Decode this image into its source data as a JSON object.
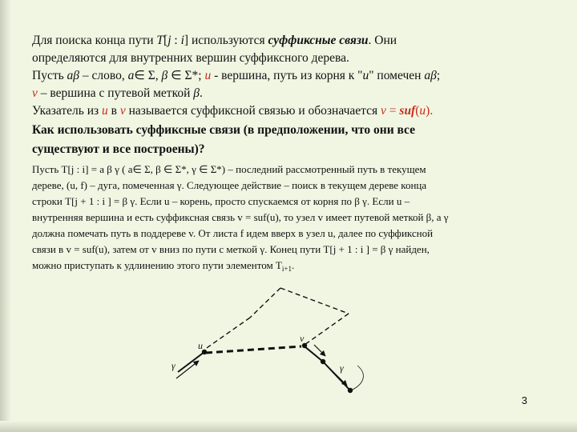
{
  "line1": {
    "a": "Для поиска конца пути ",
    "b": "T",
    "c": "[",
    "d": "j",
    "e": " : ",
    "f": "i",
    "g": "] используются ",
    "h": "суффиксные связи",
    "i": ". Они"
  },
  "line2": "определяются для внутренних вершин суффиксного дерева.",
  "line3": {
    "a": "Пусть ",
    "b": "aβ",
    "c": " – слово, ",
    "d": "a",
    "e": "∈ Σ, ",
    "f": "β",
    "g": " ∈ Σ*; ",
    "h": "u",
    "i": " - вершина, путь из корня к \"",
    "j": "u",
    "k": "\" помечен ",
    "l": "aβ",
    "m": ";"
  },
  "line4": {
    "a": "v",
    "b": " – вершина с путевой меткой ",
    "c": "β",
    "d": "."
  },
  "line5": {
    "a": "Указатель из ",
    "b": "u",
    "c": " в ",
    "d": "v",
    "e": " называется суффиксной связью и обозначается ",
    "f": "v",
    "g": " = ",
    "h": "suf",
    "i": "(",
    "j": "u",
    "k": ")."
  },
  "question": {
    "l1": "Как использовать суффиксные связи (в предположении, что они все",
    "l2": "существуют и все построены)?"
  },
  "small": {
    "l1": "Пусть T[j : i] = a β γ ( a∈ Σ, β ∈ Σ*, γ ∈ Σ*) – последний рассмотренный путь в текущем",
    "l2": "дереве, (u, f) – дуга, помеченная γ. Следующее действие – поиск в текущем дереве конца",
    "l3": "строки T[j + 1 : i ] = β γ. Если u – корень, просто спускаемся от корня по β γ. Если u –",
    "l4": "внутренняя вершина и есть суффиксная связь v = suf(u), то узел v имеет путевой меткой β, а γ",
    "l5": "должна помечать путь в поддереве v. От листа f идем вверх в узел u, далее по суффиксной",
    "l6": "связи в v = suf(u), затем от v вниз по пути с меткой γ. Конец пути T[j + 1 : i ] = β γ найден,",
    "l7a": "можно приступать к удлинению этого пути элементом T",
    "l7sub": "i+1",
    "l7b": "."
  },
  "diagram": {
    "u": "u",
    "v": "v",
    "gamma_left": "γ",
    "gamma_right": "γ"
  },
  "page_number": "3",
  "colors": {
    "background": "#f1f6e3",
    "accent": "#c62b1a",
    "text": "#111111"
  }
}
